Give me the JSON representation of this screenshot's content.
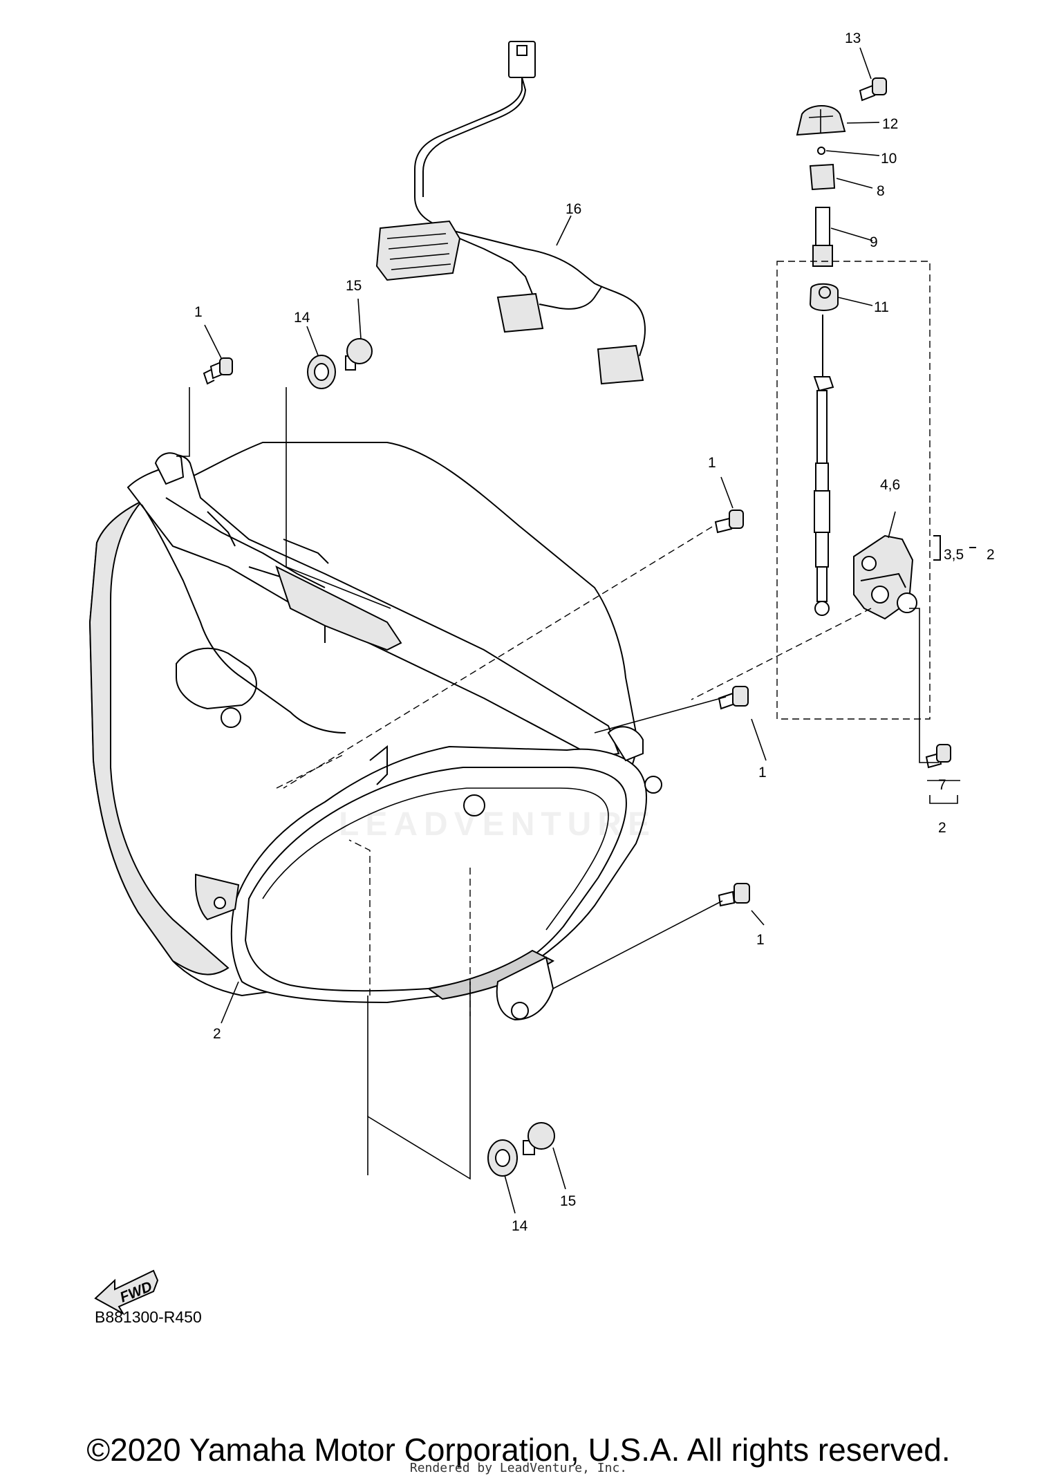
{
  "diagram_code": "B881300-R450",
  "copyright": "©2020 Yamaha Motor Corporation, U.S.A. All rights reserved.",
  "rendered_by": "Rendered by LeadVenture, Inc.",
  "watermark_text": "LEADVENTURE",
  "fwd_label": "FWD",
  "callouts": {
    "c1a": "1",
    "c1b": "1",
    "c1c": "1",
    "c1d": "1",
    "c2a": "2",
    "c2b": "2",
    "c2c": "2",
    "c35": "3,5",
    "c46": "4,6",
    "c7": "7",
    "c8": "8",
    "c9": "9",
    "c10": "10",
    "c11": "11",
    "c12": "12",
    "c13": "13",
    "c14a": "14",
    "c14b": "14",
    "c15a": "15",
    "c15b": "15",
    "c16": "16"
  }
}
